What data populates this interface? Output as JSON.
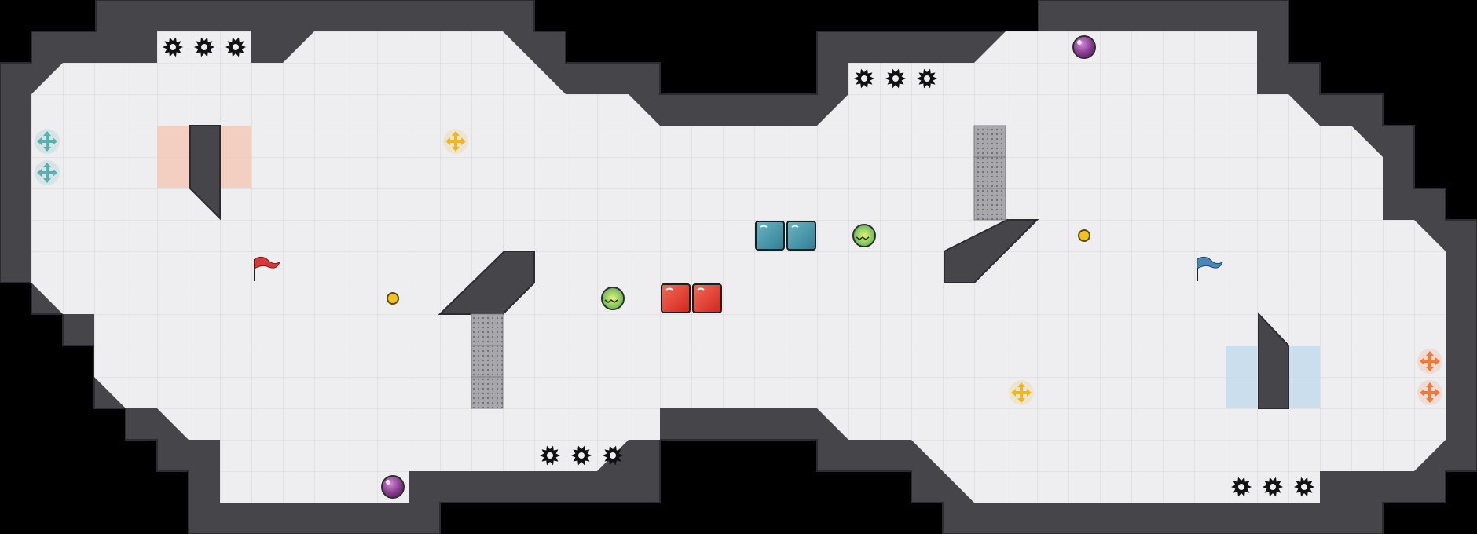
{
  "game": {
    "map": {
      "colors": {
        "background": "#000000",
        "wall": "#46454a",
        "wall_edge": "#2c2b30",
        "floor": "#eeeef0",
        "grid": "#d8d8dc",
        "red_zone": "#f3c9b9",
        "blue_zone": "#c5dcec",
        "gate": "#8e8e92"
      }
    },
    "flags": [
      {
        "team": "red",
        "icon": "red-flag-icon",
        "color": "#d8383a"
      },
      {
        "team": "blue",
        "icon": "blue-flag-icon",
        "color": "#4a87b8"
      }
    ],
    "boosts": [
      {
        "team": "red",
        "icon": "red-boost-pad",
        "color": "#e0352c"
      },
      {
        "team": "blue",
        "icon": "blue-boost-pad",
        "color": "#3d8aa8"
      }
    ],
    "powerups": [
      {
        "icon": "tagpro-powerup-icon",
        "color": "#8bc63f"
      }
    ],
    "portals": [
      {
        "icon": "purple-portal-icon",
        "color": "#7b3d86"
      }
    ],
    "spawns": [
      {
        "team": "neutral",
        "icon": "yellow-spawn-marker",
        "color": "#f2b71e"
      },
      {
        "team": "blue",
        "icon": "teal-spawn-marker",
        "color": "#5ab0b0"
      },
      {
        "team": "red",
        "icon": "orange-spawn-marker",
        "color": "#f07a3c"
      }
    ],
    "bombs": [
      {
        "icon": "gold-button-icon",
        "color": "#e6b21f"
      }
    ],
    "spikes": [
      {
        "icon": "spike-icon",
        "color": "#111111"
      }
    ]
  }
}
